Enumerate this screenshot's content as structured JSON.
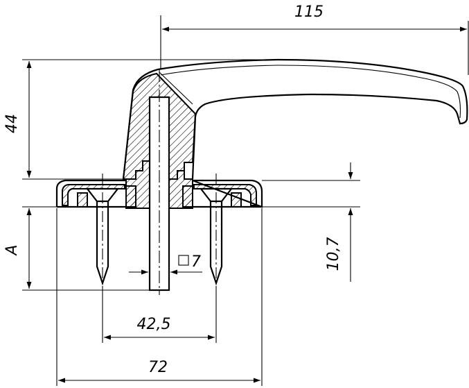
{
  "dimensions": {
    "handle_length": "115",
    "handle_height": "44",
    "depth_A": "A",
    "rose_thickness": "10,7",
    "square_spindle": "7",
    "screw_spacing": "42,5",
    "rose_diameter": "72"
  }
}
